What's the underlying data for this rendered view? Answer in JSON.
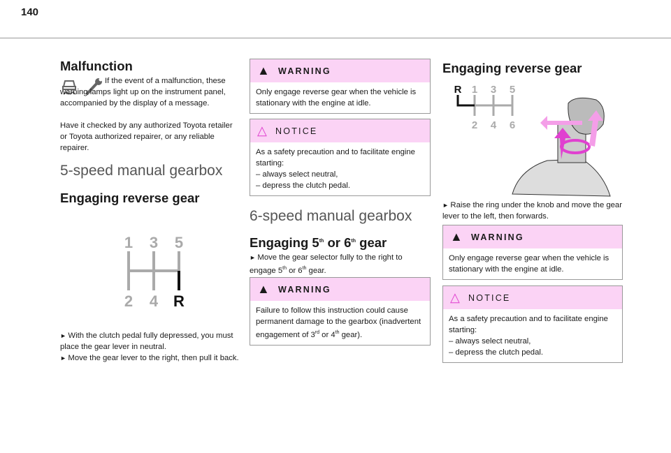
{
  "page_number": "140",
  "col1": {
    "title": "Malfunction",
    "malfunction_text": "If the event of a malfunction, these warning lamps light up on the instrument panel, accompanied by the display of a message.",
    "malfunction_text2": "Have it checked by any authorized Toyota retailer or Toyota authorized repairer, or any reliable repairer.",
    "section": "5-speed manual gearbox",
    "subtitle": "Engaging reverse gear",
    "diagram": {
      "top": [
        "1",
        "3",
        "5"
      ],
      "bottom": [
        "2",
        "4",
        "R"
      ]
    },
    "bullets": [
      "With the clutch pedal fully depressed, you must place the gear lever in neutral.",
      "Move the gear lever to the right, then pull it back."
    ]
  },
  "col2": {
    "warning1": {
      "label": "WARNING",
      "text": "Only engage reverse gear when the vehicle is stationary with the engine at idle."
    },
    "notice1": {
      "label": "NOTICE",
      "intro": "As a safety precaution and to facilitate engine starting:",
      "items": [
        "– always select neutral,",
        "– depress the clutch pedal."
      ]
    },
    "section": "6-speed manual gearbox",
    "subtitle_a": "Engaging 5",
    "sup1": "th",
    "subtitle_b": " or 6",
    "sup2": "th",
    "subtitle_c": " gear",
    "bullet_a": "Move the gear selector fully to the right to engage 5",
    "bullet_b": " or 6",
    "bullet_c": " gear.",
    "warning2": {
      "label": "WARNING",
      "text_a": "Failure to follow this instruction could cause permanent damage to the gearbox (inadvertent engagement of 3",
      "sup_rd": "rd",
      "text_b": " or 4",
      "text_c": " gear)."
    }
  },
  "col3": {
    "subtitle": "Engaging reverse gear",
    "diagram": {
      "top": [
        "R",
        "1",
        "3",
        "5"
      ],
      "bottom": [
        "2",
        "4",
        "6"
      ]
    },
    "bullet": "Raise the ring under the knob and move the gear lever to the left, then forwards.",
    "warning": {
      "label": "WARNING",
      "text": "Only engage reverse gear when the vehicle is stationary with the engine at idle."
    },
    "notice": {
      "label": "NOTICE",
      "intro": "As a safety precaution and to facilitate engine starting:",
      "items": [
        "– always select neutral,",
        "– depress the clutch pedal."
      ]
    }
  },
  "colors": {
    "pink": "#fbd3f5",
    "magenta": "#e040d0",
    "gray": "#aaaaaa"
  }
}
